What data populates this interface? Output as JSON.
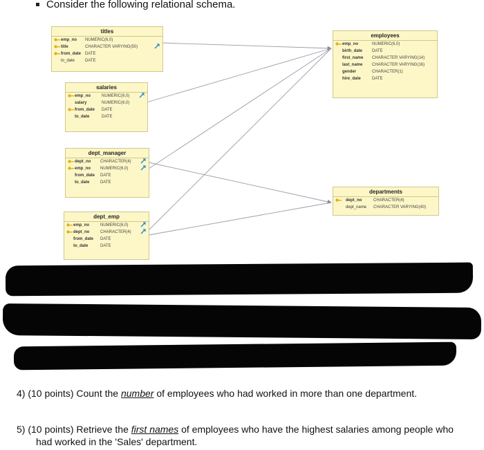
{
  "intro": "Consider the following relational schema.",
  "tables": {
    "titles": {
      "name": "titles",
      "columns": [
        {
          "name": "emp_no",
          "type": "NUMERIC(6,0)"
        },
        {
          "name": "title",
          "type": "CHARACTER VARYING(50)"
        },
        {
          "name": "from_date",
          "type": "DATE"
        },
        {
          "name": "to_date",
          "type": "DATE"
        }
      ]
    },
    "employees": {
      "name": "employees",
      "columns": [
        {
          "name": "emp_no",
          "type": "NUMERIC(6,0)"
        },
        {
          "name": "birth_date",
          "type": "DATE"
        },
        {
          "name": "first_name",
          "type": "CHARACTER VARYING(14)"
        },
        {
          "name": "last_name",
          "type": "CHARACTER VARYING(16)"
        },
        {
          "name": "gender",
          "type": "CHARACTER(1)"
        },
        {
          "name": "hire_date",
          "type": "DATE"
        }
      ]
    },
    "salaries": {
      "name": "salaries",
      "columns": [
        {
          "name": "emp_no",
          "type": "NUMERIC(6,0)"
        },
        {
          "name": "salary",
          "type": "NUMERIC(6,0)"
        },
        {
          "name": "from_date",
          "type": "DATE"
        },
        {
          "name": "to_date",
          "type": "DATE"
        }
      ]
    },
    "dept_manager": {
      "name": "dept_manager",
      "columns": [
        {
          "name": "dept_no",
          "type": "CHARACTER(4)"
        },
        {
          "name": "emp_no",
          "type": "NUMERIC(6,0)"
        },
        {
          "name": "from_date",
          "type": "DATE"
        },
        {
          "name": "to_date",
          "type": "DATE"
        }
      ]
    },
    "departments": {
      "name": "departments",
      "columns": [
        {
          "name": "dept_no",
          "type": "CHARACTER(4)"
        },
        {
          "name": "dept_name",
          "type": "CHARACTER VARYING(40)"
        }
      ]
    },
    "dept_emp": {
      "name": "dept_emp",
      "columns": [
        {
          "name": "emp_no",
          "type": "NUMERIC(6,0)"
        },
        {
          "name": "dept_no",
          "type": "CHARACTER(4)"
        },
        {
          "name": "from_date",
          "type": "DATE"
        },
        {
          "name": "to_date",
          "type": "DATE"
        }
      ]
    }
  },
  "questions": {
    "q4": {
      "before": "4)  (10 points) Count the ",
      "emph": "number",
      "after": " of employees who had worked in more than one department."
    },
    "q5": {
      "before": "5)  (10 points) Retrieve the ",
      "emph": "first names",
      "after": " of employees who have the highest salaries among people who",
      "line2": "had worked in the 'Sales' department."
    }
  }
}
